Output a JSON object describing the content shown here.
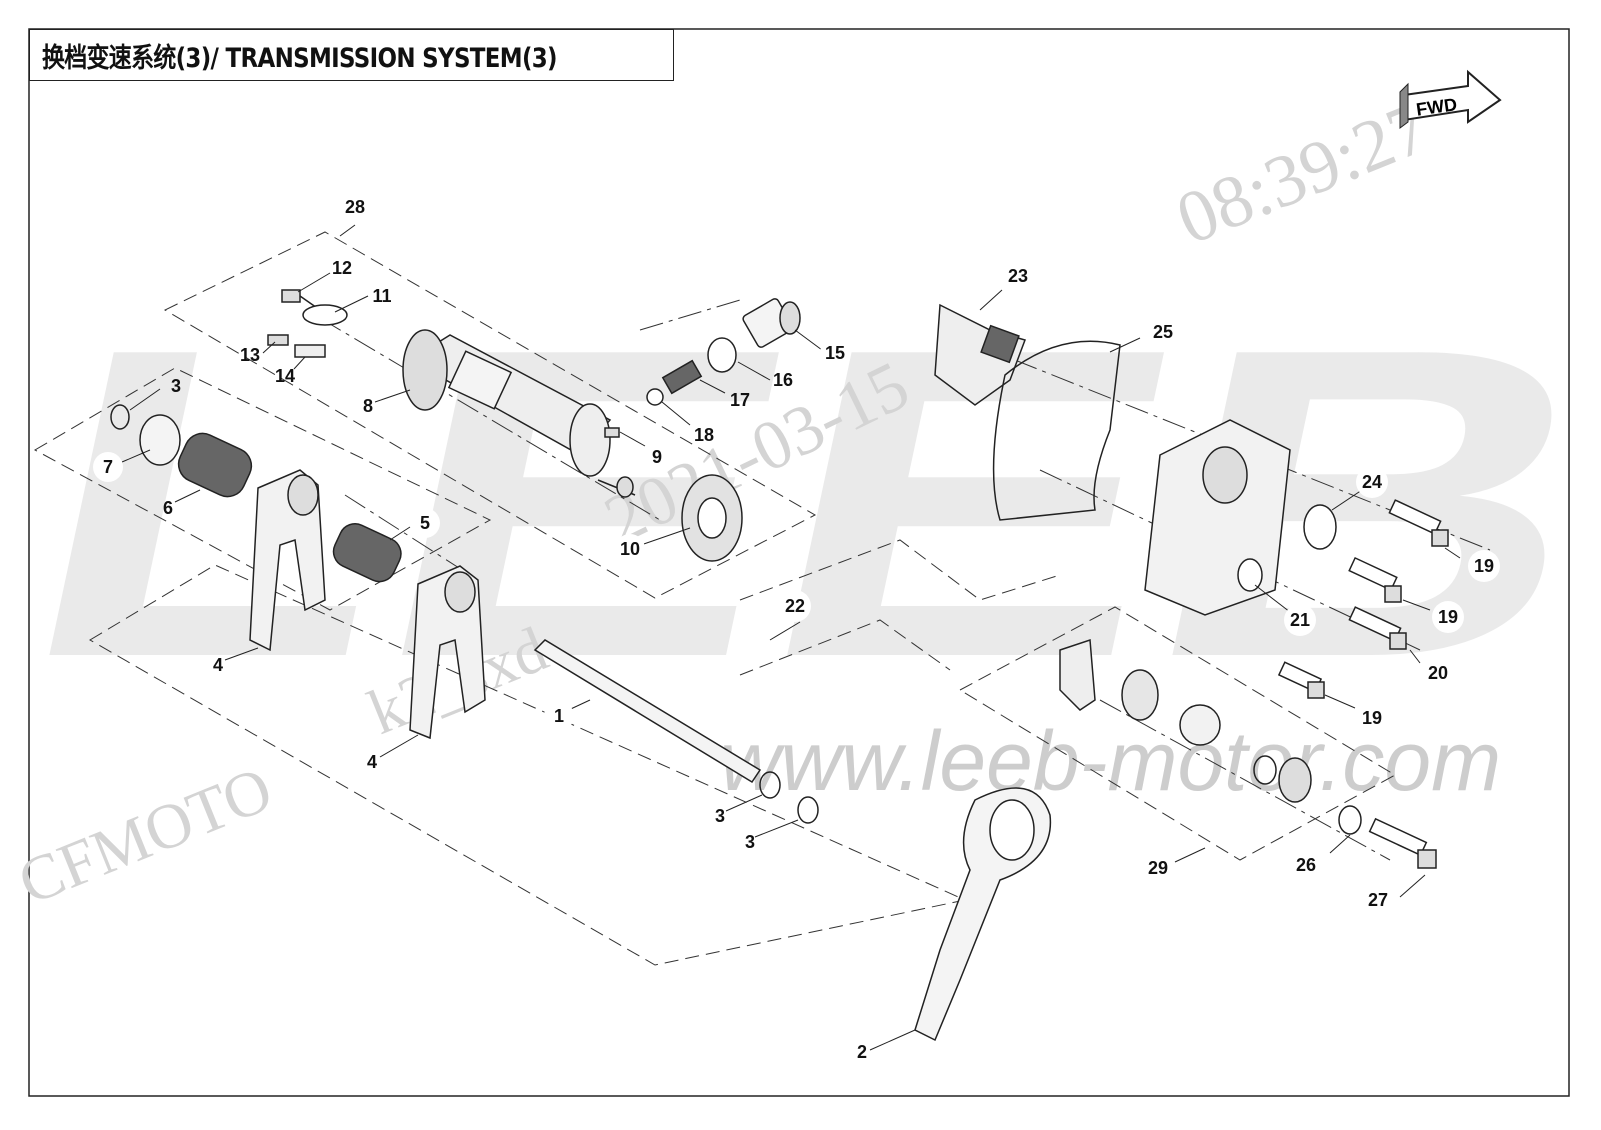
{
  "title": "换档变速系统(3)/ TRANSMISSION SYSTEM(3)",
  "fwd_label": "FWD",
  "watermarks": {
    "brand": "LEEB",
    "url": "www.leeb-motor.com",
    "cfmoto": "CFMOTO",
    "user": "k2_sxd",
    "date": "2021-03-15",
    "time": "08:39:27"
  },
  "callouts": [
    "1",
    "2",
    "3",
    "3",
    "3",
    "4",
    "4",
    "5",
    "6",
    "7",
    "8",
    "9",
    "10",
    "11",
    "12",
    "13",
    "14",
    "15",
    "16",
    "17",
    "18",
    "19",
    "19",
    "19",
    "20",
    "21",
    "22",
    "23",
    "24",
    "25",
    "26",
    "27",
    "28",
    "29"
  ],
  "colors": {
    "line": "#222222",
    "dash": "#333333",
    "watermark": "#d9d9d9"
  }
}
